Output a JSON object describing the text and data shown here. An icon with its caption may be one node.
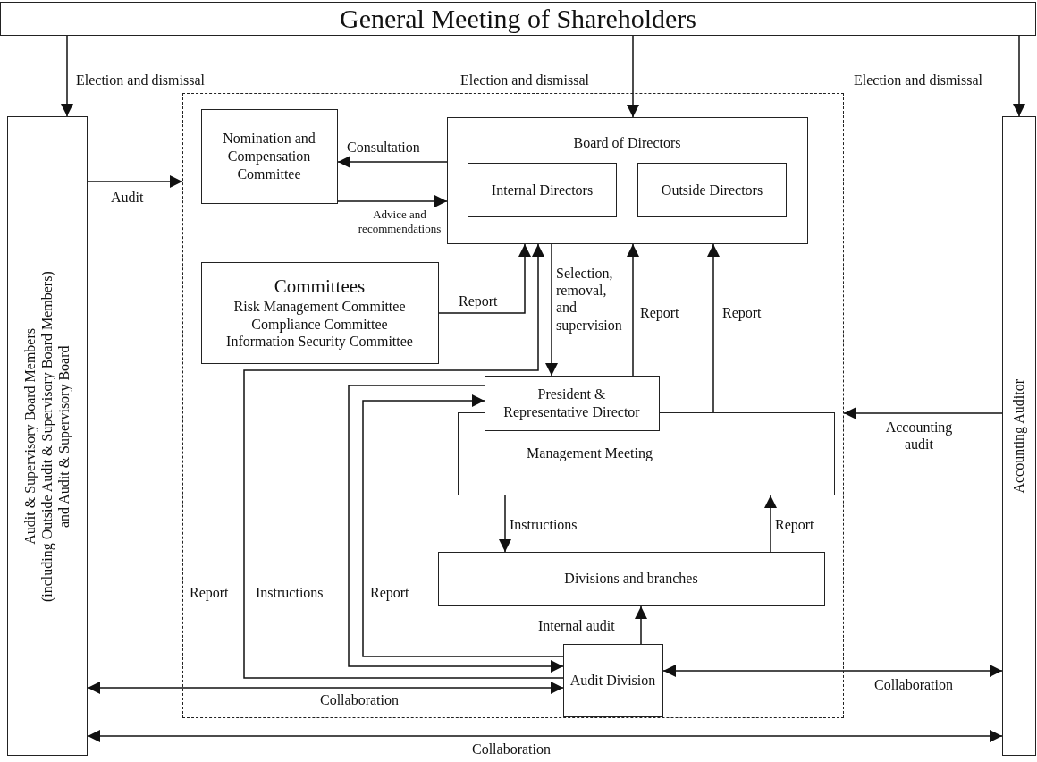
{
  "diagram": {
    "nodes": [
      {
        "text": [
          "General Meeting of Shareholders"
        ]
      },
      {
        "text": [
          "Audit & Supervisory Board Members",
          "(including Outside Audit & Supervisory Board Members) and Audit & Supervisory Board"
        ]
      },
      {
        "text": [],
        "shape": "box"
      },
      {
        "text": [
          "Nomination and Compensation Committee"
        ],
        "in": 2
      },
      {
        "text": [
          "Board of Directors"
        ],
        "in": 2
      },
      {
        "text": [
          "Internal Directors"
        ],
        "in": 4
      },
      {
        "text": [
          "Outside Directors"
        ],
        "in": 4
      },
      {
        "text": [
          "Committees",
          "Risk Management Committee",
          "Compliance Committee",
          "Information Security Committee"
        ],
        "in": 2
      },
      {
        "text": [
          "President & Representative Director"
        ],
        "in": 2
      },
      {
        "text": [
          "Management Meeting"
        ],
        "in": 2
      },
      {
        "text": [
          "Divisions and branches"
        ],
        "in": 2
      },
      {
        "text": [
          "Audit Division"
        ],
        "in": 2
      },
      {
        "text": [
          "Accounting Auditor"
        ]
      }
    ],
    "edges": [
      {
        "from": 0,
        "to": 1,
        "arrow": "to",
        "label": "Election and dismissal"
      },
      {
        "from": 0,
        "to": 4,
        "arrow": "to",
        "label": "Election and dismissal"
      },
      {
        "from": 0,
        "to": 12,
        "arrow": "to",
        "label": "Election and dismissal"
      },
      {
        "from": 1,
        "to": 2,
        "arrow": "to",
        "label": "Audit"
      },
      {
        "from": 4,
        "to": 3,
        "arrow": "to",
        "label": "Consultation"
      },
      {
        "from": 3,
        "to": 4,
        "arrow": "to",
        "label": "Advice and recommendations"
      },
      {
        "from": 7,
        "to": 4,
        "arrow": "to",
        "label": "Report"
      },
      {
        "from": 11,
        "to": 4,
        "arrow": "to",
        "label": "Report"
      },
      {
        "from": 4,
        "to": 8,
        "arrow": "to",
        "label": "Selection, removal, and supervision"
      },
      {
        "from": 8,
        "to": 4,
        "arrow": "to",
        "label": "Report"
      },
      {
        "from": 9,
        "to": 4,
        "arrow": "to",
        "label": "Report"
      },
      {
        "from": 8,
        "to": 11,
        "arrow": "to",
        "label": "Instructions"
      },
      {
        "from": 11,
        "to": 8,
        "arrow": "to",
        "label": "Report"
      },
      {
        "from": 1,
        "to": 11,
        "arrow": "both",
        "label": "Collaboration"
      },
      {
        "from": 11,
        "to": 12,
        "arrow": "both",
        "label": "Collaboration"
      },
      {
        "from": 1,
        "to": 12,
        "arrow": "both",
        "label": "Collaboration"
      },
      {
        "from": 12,
        "to": 2,
        "arrow": "to",
        "label": "Accounting audit"
      },
      {
        "from": 9,
        "to": 10,
        "arrow": "to",
        "label": "Instructions"
      },
      {
        "from": 10,
        "to": 9,
        "arrow": "to",
        "label": "Report"
      },
      {
        "from": 11,
        "to": 10,
        "arrow": "to",
        "label": "Internal audit"
      }
    ]
  }
}
